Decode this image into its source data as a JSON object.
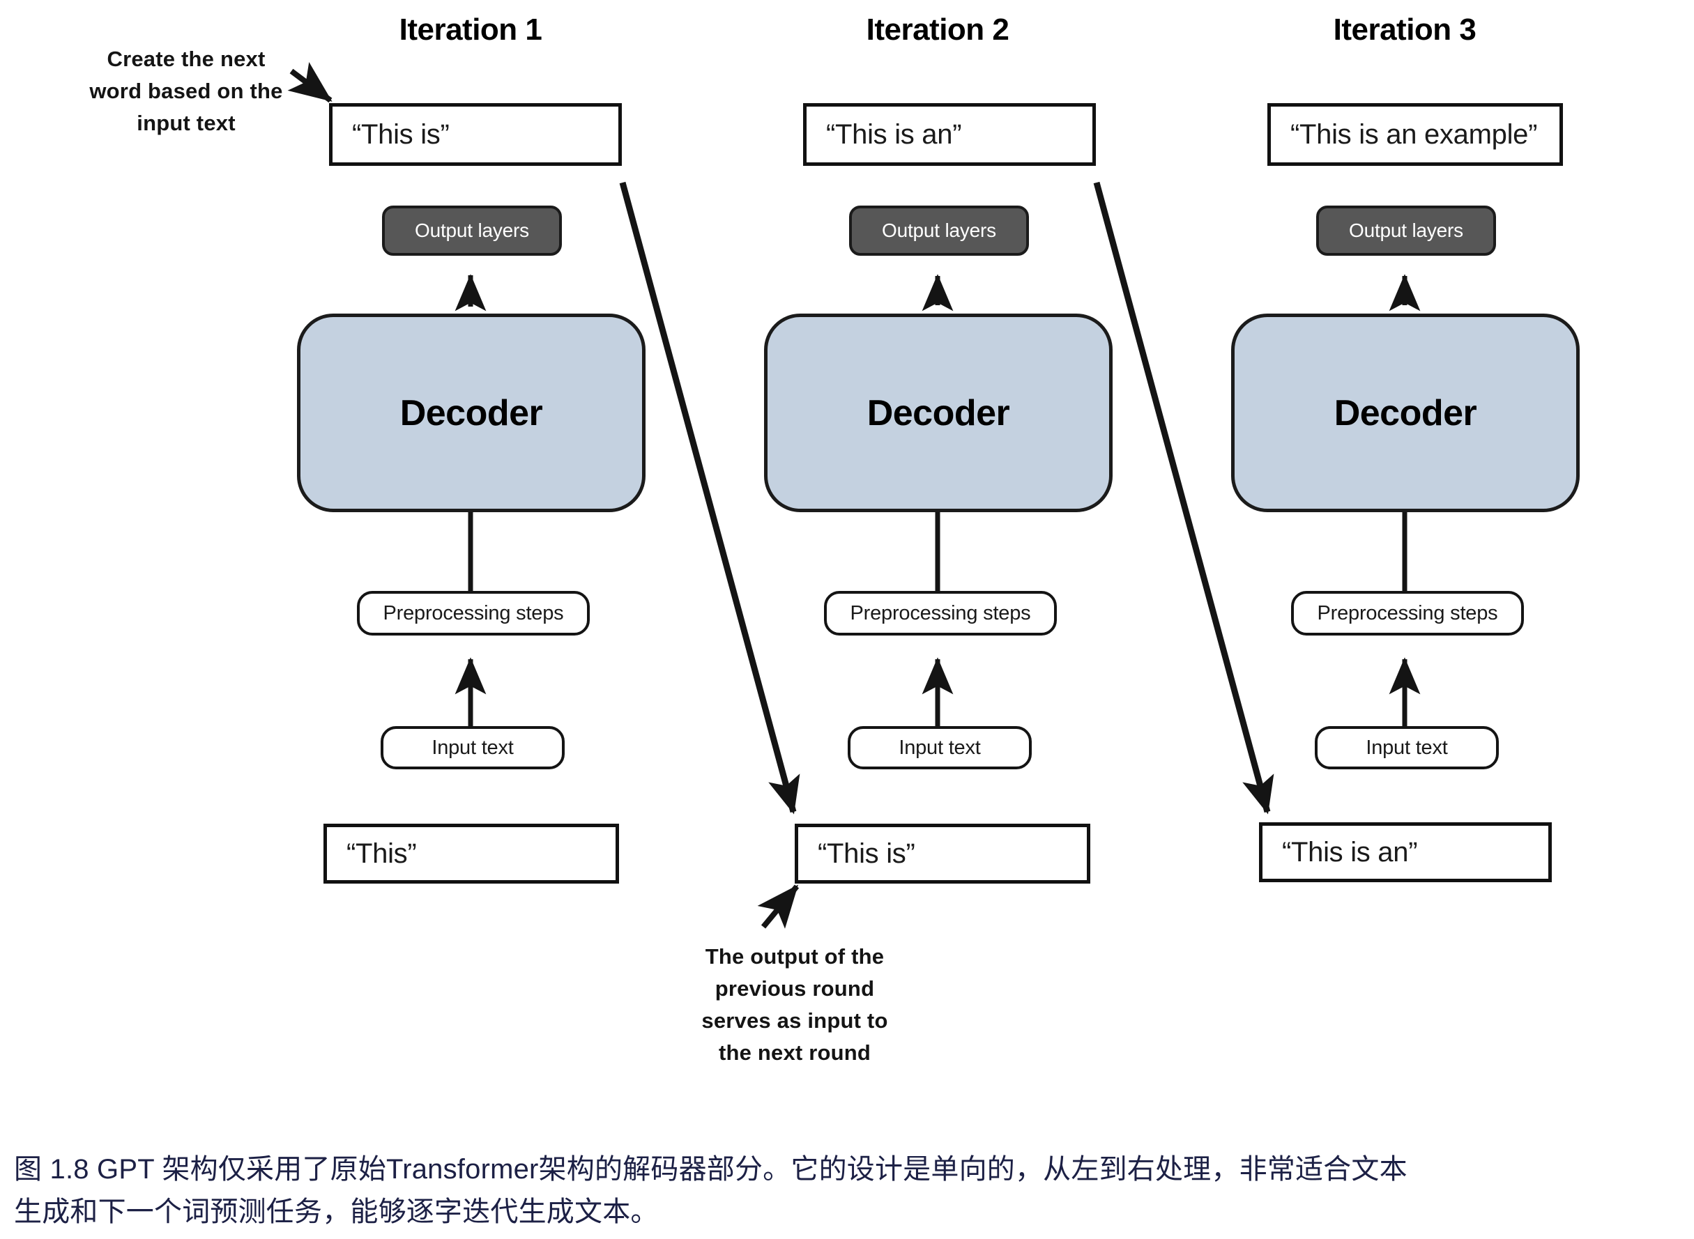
{
  "figure": {
    "caption_line1": "图 1.8  GPT 架构仅采用了原始Transformer架构的解码器部分。它的设计是单向的，从左到右处理，非常适合文本",
    "caption_line2": "生成和下一个词预测任务，能够逐字迭代生成文本。"
  },
  "annotations": {
    "top_left": {
      "line1": "Create the next",
      "line2": "word based on the",
      "line3": "input text"
    },
    "bottom_center": {
      "line1": "The output of the",
      "line2": "previous round",
      "line3": "serves as input to",
      "line4": "the next round"
    }
  },
  "labels": {
    "output_layers": "Output layers",
    "decoder": "Decoder",
    "preprocessing_steps": "Preprocessing steps",
    "input_text": "Input text"
  },
  "columns": [
    {
      "title": "Iteration 1",
      "output_text": "“This is”",
      "output_layers": "Output layers",
      "decoder": "Decoder",
      "preprocessing_steps": "Preprocessing steps",
      "input_text": "Input text",
      "input_value": "“This”"
    },
    {
      "title": "Iteration 2",
      "output_text": "“This is an”",
      "output_layers": "Output layers",
      "decoder": "Decoder",
      "preprocessing_steps": "Preprocessing steps",
      "input_text": "Input text",
      "input_value": "“This is”"
    },
    {
      "title": "Iteration 3",
      "output_text": "“This is an example”",
      "output_layers": "Output layers",
      "decoder": "Decoder",
      "preprocessing_steps": "Preprocessing steps",
      "input_text": "Input text",
      "input_value": "“This is an”"
    }
  ],
  "colors": {
    "decoder_fill": "#c4d1e0",
    "output_layers_fill": "#575757",
    "stroke": "#141414",
    "caption_text": "#1c2045",
    "page_background": "#ffffff"
  }
}
